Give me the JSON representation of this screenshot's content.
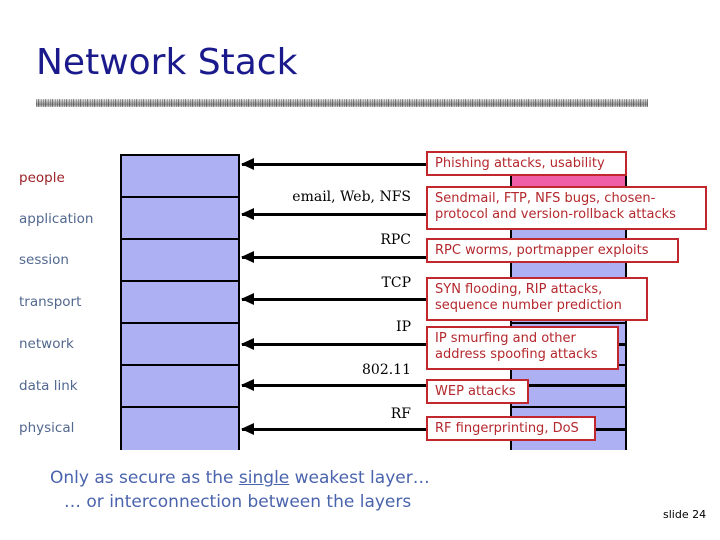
{
  "slide": {
    "title": "Network Stack",
    "slide_number_label": "slide 24",
    "colors": {
      "title": "#1a1a8c",
      "stack_fill": "#aeb0f4",
      "stack_top_fill": "#ef5fa7",
      "attack_border": "#c0282d",
      "attack_text": "#b4282d",
      "layer_label": "#52688f",
      "layer_label_accent": "#9b2226",
      "caption": "#4a63ad"
    }
  },
  "layers": [
    {
      "name": "people",
      "protocol": "",
      "attack": "Phishing attacks, usability"
    },
    {
      "name": "application",
      "protocol": "email, Web, NFS",
      "attack": "Sendmail, FTP, NFS bugs, chosen-\nprotocol and version-rollback attacks"
    },
    {
      "name": "session",
      "protocol": "RPC",
      "attack": "RPC worms, portmapper exploits"
    },
    {
      "name": "transport",
      "protocol": "TCP",
      "attack": "SYN flooding, RIP attacks,\nsequence number prediction"
    },
    {
      "name": "network",
      "protocol": "IP",
      "attack": "IP smurfing and other\naddress spoofing attacks"
    },
    {
      "name": "data link",
      "protocol": "802.11",
      "attack": "WEP attacks"
    },
    {
      "name": "physical",
      "protocol": "RF",
      "attack": "RF fingerprinting, DoS"
    }
  ],
  "caption": {
    "line1_before": "Only as secure as the ",
    "line1_underlined": "single",
    "line1_after": " weakest layer…",
    "line2": "… or interconnection between the layers"
  }
}
